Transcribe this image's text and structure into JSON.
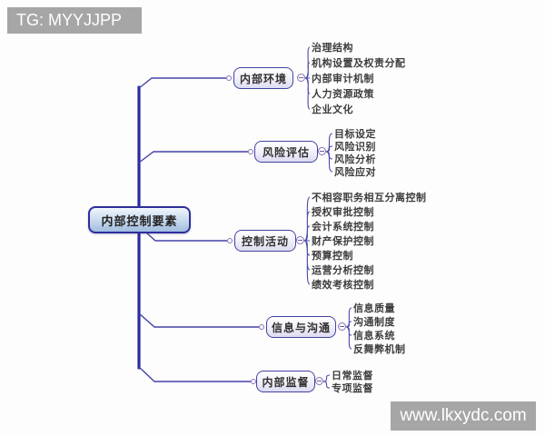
{
  "watermarks": {
    "top_left": "TG: MYYJJPP",
    "bottom_right": "www.lkxydc.com"
  },
  "root": {
    "label": "内部控制要素"
  },
  "branches": [
    {
      "label": "内部环境",
      "children": [
        "治理结构",
        "机构设置及权责分配",
        "内部审计机制",
        "人力资源政策",
        "企业文化"
      ]
    },
    {
      "label": "风险评估",
      "children": [
        "目标设定",
        "风险识别",
        "风险分析",
        "风险应对"
      ]
    },
    {
      "label": "控制活动",
      "children": [
        "不相容职务相互分离控制",
        "授权审批控制",
        "会计系统控制",
        "财产保护控制",
        "预算控制",
        "运营分析控制",
        "绩效考核控制"
      ]
    },
    {
      "label": "信息与沟通",
      "children": [
        "信息质量",
        "沟通制度",
        "信息系统",
        "反舞弊机制"
      ]
    },
    {
      "label": "内部监督",
      "children": [
        "日常监督",
        "专项监督"
      ]
    }
  ],
  "icons": {
    "collapse": "minus-icon",
    "attach_point": "circle-connector-icon"
  },
  "colors": {
    "trunk_line": "#2a2aa0",
    "branch_line": "#4343a8",
    "node_border": "#3b3b9e",
    "root_fill_top": "#f0f5fc",
    "root_fill_bottom": "#a0bcdf",
    "branch_fill_bottom": "#dedcf2",
    "collapse_ring": "#8471b4",
    "watermark_bg": "#a6a6a6",
    "watermark_text": "#ffffff"
  }
}
